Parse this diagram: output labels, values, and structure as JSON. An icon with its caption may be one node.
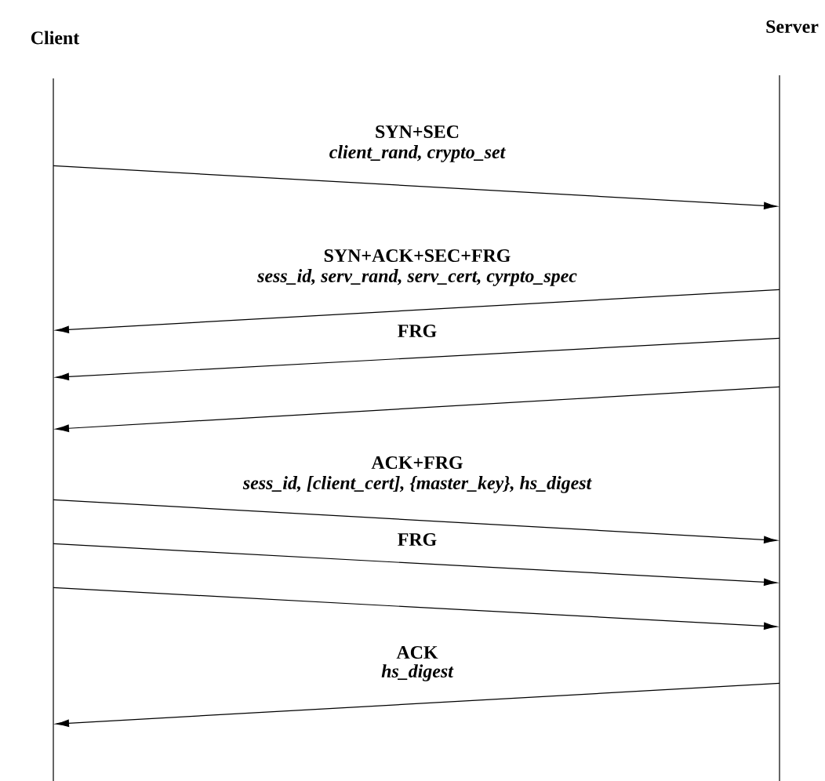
{
  "diagram": {
    "nodes": [
      {
        "text": [],
        "shape": "line"
      },
      {
        "text": [],
        "shape": "line"
      }
    ],
    "edges": [
      {
        "from": 0,
        "to": 1,
        "arrow": "to",
        "label": "SYN+SEC"
      },
      {
        "from": 1,
        "to": 0,
        "arrow": "to",
        "label": "SYN+ACK+SEC+FRG"
      },
      {
        "from": 1,
        "to": 0,
        "arrow": "to",
        "label": "FRG"
      },
      {
        "from": 1,
        "to": 0,
        "arrow": "to"
      },
      {
        "from": 0,
        "to": 1,
        "arrow": "to",
        "label": "ACK+FRG"
      },
      {
        "from": 0,
        "to": 1,
        "arrow": "to",
        "label": "FRG"
      },
      {
        "from": 0,
        "to": 1,
        "arrow": "to"
      },
      {
        "from": 1,
        "to": 0,
        "arrow": "to",
        "label": "ACK"
      }
    ],
    "labels": [
      "Client",
      "Server",
      "client_rand, crypto_set",
      "sess_id, serv_rand, serv_cert, cyrpto_spec",
      "sess_id, [client_cert], {master_key}, hs_digest",
      "hs_digest"
    ]
  }
}
